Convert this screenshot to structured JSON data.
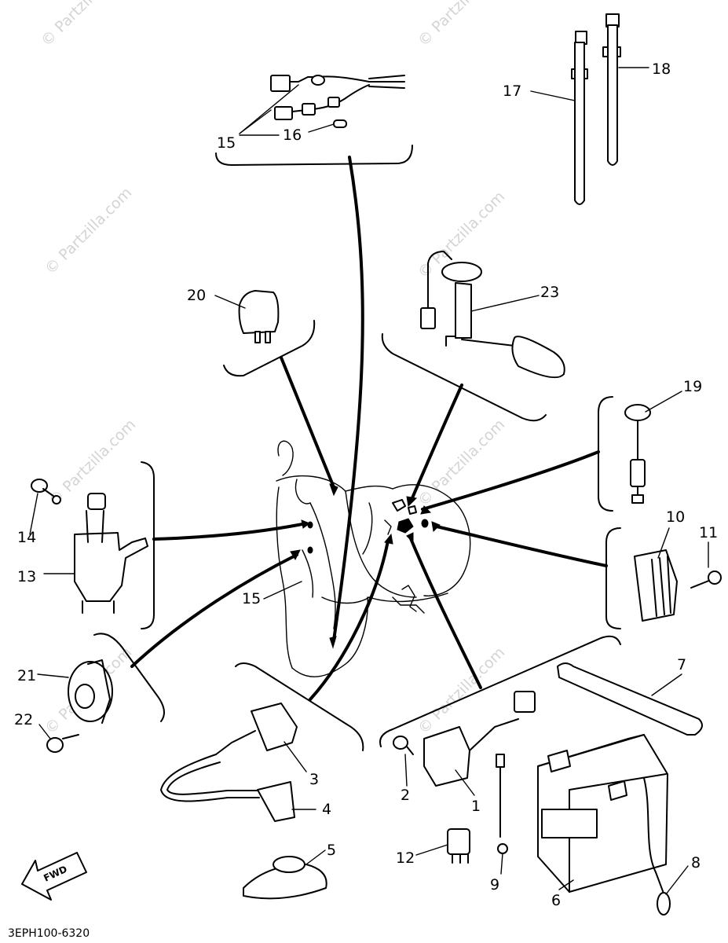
{
  "diagram_code": "3EPH100-6320",
  "watermark": "© Partzilla.com",
  "fwd_label": "FWD",
  "callouts": [
    {
      "id": "1",
      "text": "1"
    },
    {
      "id": "2",
      "text": "2"
    },
    {
      "id": "3",
      "text": "3"
    },
    {
      "id": "4",
      "text": "4"
    },
    {
      "id": "5",
      "text": "5"
    },
    {
      "id": "6",
      "text": "6"
    },
    {
      "id": "7",
      "text": "7"
    },
    {
      "id": "8",
      "text": "8"
    },
    {
      "id": "9",
      "text": "9"
    },
    {
      "id": "10",
      "text": "10"
    },
    {
      "id": "11",
      "text": "11"
    },
    {
      "id": "12",
      "text": "12"
    },
    {
      "id": "13",
      "text": "13"
    },
    {
      "id": "14",
      "text": "14"
    },
    {
      "id": "15a",
      "text": "15"
    },
    {
      "id": "15b",
      "text": "15"
    },
    {
      "id": "16",
      "text": "16"
    },
    {
      "id": "17",
      "text": "17"
    },
    {
      "id": "18",
      "text": "18"
    },
    {
      "id": "19",
      "text": "19"
    },
    {
      "id": "20",
      "text": "20"
    },
    {
      "id": "21",
      "text": "21"
    },
    {
      "id": "22",
      "text": "22"
    },
    {
      "id": "23",
      "text": "23"
    }
  ],
  "colors": {
    "line": "#000000",
    "watermark": "#d4d4d4",
    "background": "#ffffff"
  }
}
